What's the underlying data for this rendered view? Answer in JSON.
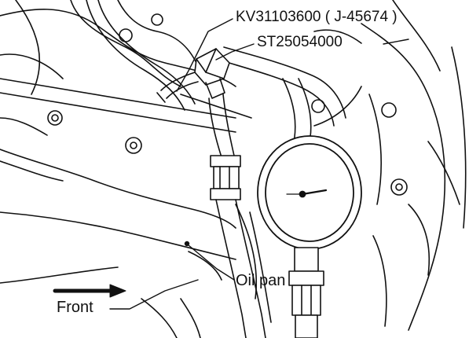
{
  "labels": {
    "tool_1": "KV31103600 ( J-45674 )",
    "tool_2": "ST25054000",
    "oil_pan": "Oil pan",
    "front": "Front"
  },
  "colors": {
    "ink": "#111111",
    "paper": "#ffffff"
  }
}
